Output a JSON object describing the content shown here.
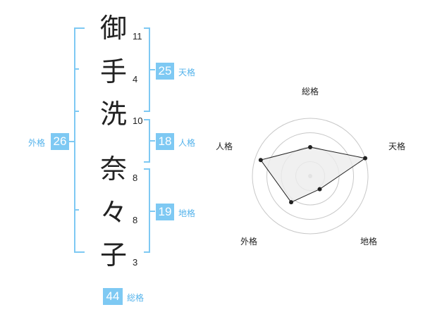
{
  "name": {
    "chars": [
      {
        "char": "御",
        "strokes": "11"
      },
      {
        "char": "手",
        "strokes": "4"
      },
      {
        "char": "洗",
        "strokes": "10"
      },
      {
        "char": "奈",
        "strokes": "8"
      },
      {
        "char": "々",
        "strokes": "8"
      },
      {
        "char": "子",
        "strokes": "3"
      }
    ]
  },
  "kakusu": {
    "tenkaku": {
      "value": "25",
      "label": "天格"
    },
    "jinkaku": {
      "value": "18",
      "label": "人格"
    },
    "chikaku": {
      "value": "19",
      "label": "地格"
    },
    "gaikaku": {
      "value": "26",
      "label": "外格"
    },
    "soukaku": {
      "value": "44",
      "label": "総格"
    }
  },
  "colors": {
    "accent": "#7ec9f3",
    "accent_text": "#55b3eb",
    "bracket": "#7ec9f3"
  },
  "chart_data": {
    "type": "radar",
    "axes": [
      "総格",
      "天格",
      "地格",
      "外格",
      "人格"
    ],
    "values": [
      0.5,
      1.0,
      0.28,
      0.56,
      0.9
    ],
    "rmax": 1.0
  }
}
